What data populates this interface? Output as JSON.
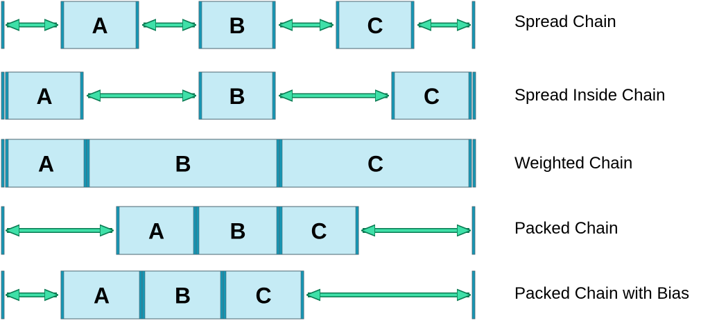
{
  "colors": {
    "box_fill": "#c5ebf5",
    "box_stroke": "#4a6670",
    "edge_bar": "#1696b4",
    "arrow": "#3fe0a8",
    "arrow_stroke": "#0a7a52",
    "text": "#000000"
  },
  "chains": [
    {
      "label": "Spread Chain",
      "boxes": [
        "A",
        "B",
        "C"
      ]
    },
    {
      "label": "Spread Inside Chain",
      "boxes": [
        "A",
        "B",
        "C"
      ]
    },
    {
      "label": "Weighted Chain",
      "boxes": [
        "A",
        "B",
        "C"
      ]
    },
    {
      "label": "Packed Chain",
      "boxes": [
        "A",
        "B",
        "C"
      ]
    },
    {
      "label": "Packed Chain with Bias",
      "boxes": [
        "A",
        "B",
        "C"
      ]
    }
  ]
}
